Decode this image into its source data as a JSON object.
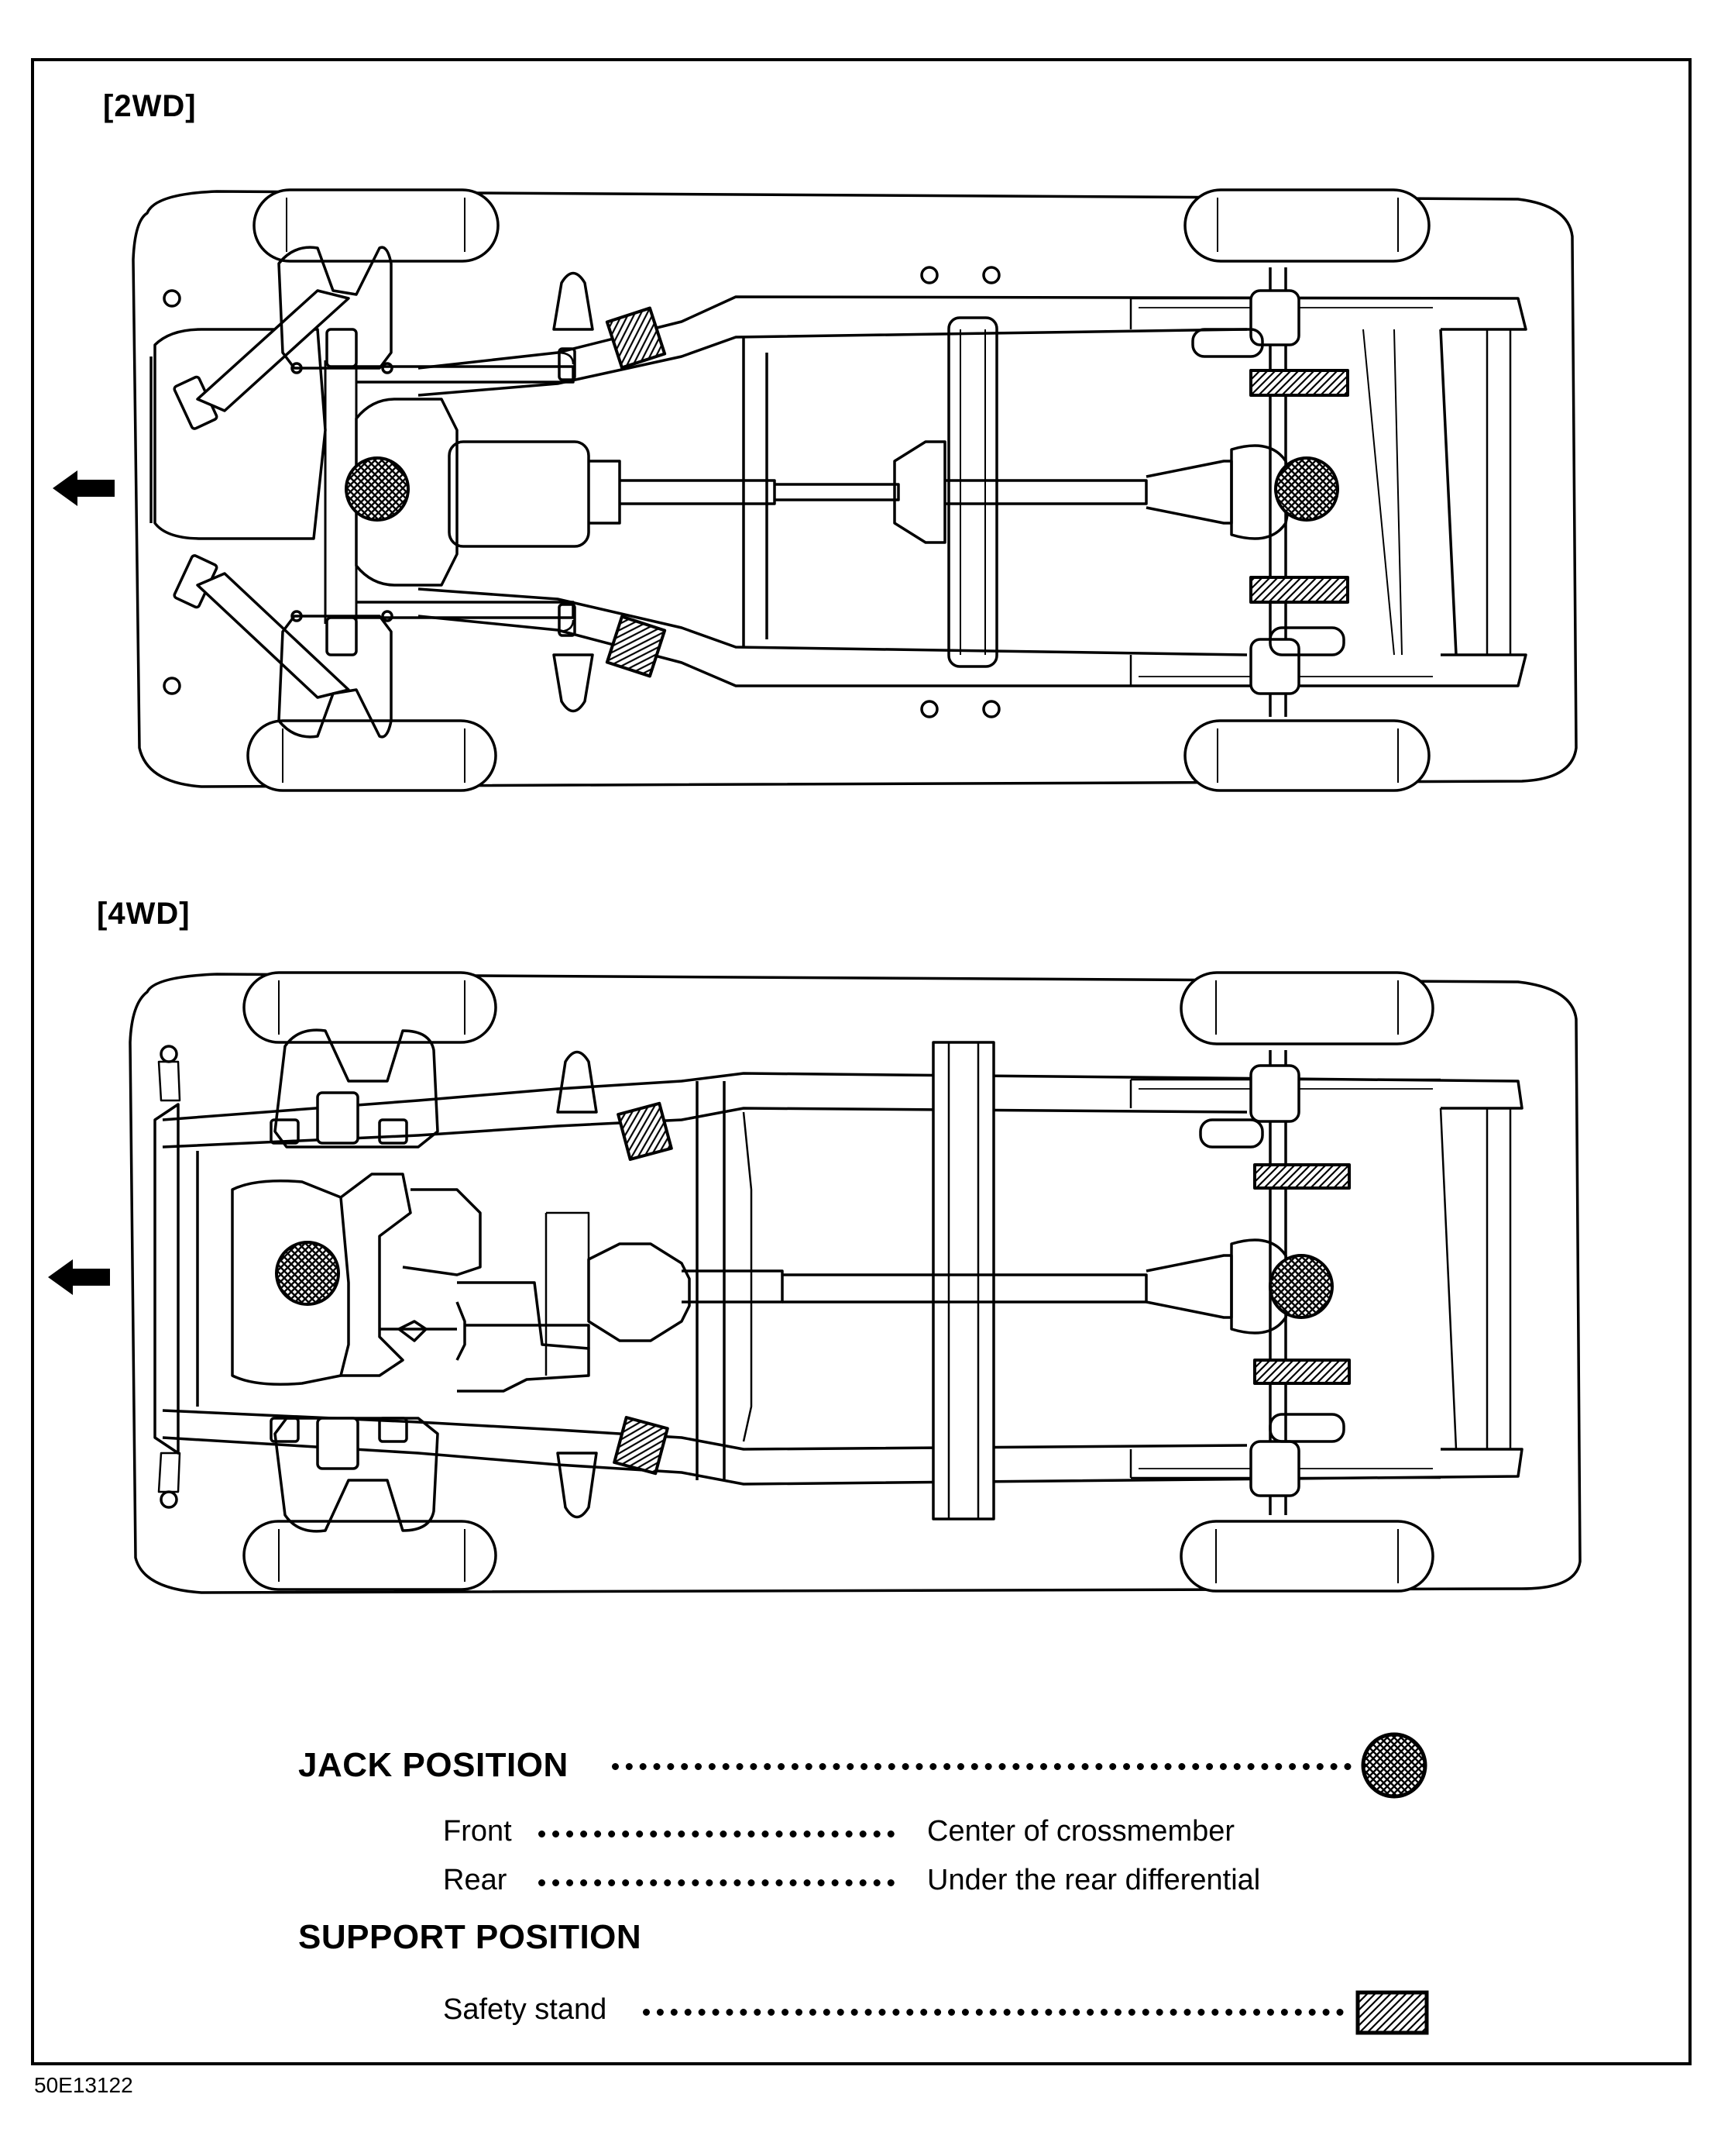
{
  "variants": {
    "two_wd": {
      "label": "[2WD]"
    },
    "four_wd": {
      "label": "[4WD]"
    }
  },
  "legend": {
    "jack": {
      "heading": "JACK POSITION",
      "front": {
        "label": "Front",
        "value": "Center of crossmember"
      },
      "rear": {
        "label": "Rear",
        "value": "Under the rear differential"
      }
    },
    "support": {
      "heading": "SUPPORT POSITION",
      "stand_label": "Safety stand"
    }
  },
  "figure_code": "50E13122",
  "icons": {
    "direction": "left-arrow-icon",
    "jack_marker": "crosshatched-circle-icon",
    "stand_marker": "hatched-rectangle-icon"
  },
  "colors": {
    "line": "#000000",
    "background": "#ffffff"
  }
}
